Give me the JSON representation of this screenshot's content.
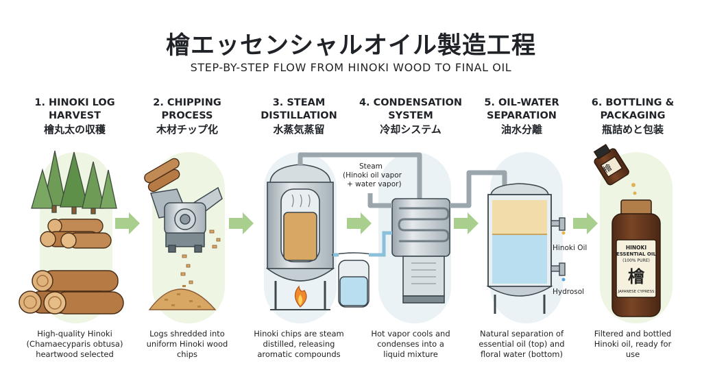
{
  "title": "檜エッセンシャルオイル製造工程",
  "subtitle": "STEP-BY-STEP FLOW FROM HINOKI WOOD TO FINAL OIL",
  "steps": [
    {
      "line1": "1. HINOKI LOG",
      "line2": "HARVEST",
      "jp": "檜丸太の収穫",
      "desc": [
        "High-quality Hinoki",
        "(Chamaecyparis obtusa)",
        "heartwood selected"
      ]
    },
    {
      "line1": "2. CHIPPING",
      "line2": "PROCESS",
      "jp": "木材チップ化",
      "desc": [
        "Logs shredded into",
        "uniform Hinoki wood",
        "chips"
      ]
    },
    {
      "line1": "3. STEAM",
      "line2": "DISTILLATION",
      "jp": "水蒸気蒸留",
      "desc": [
        "Hinoki chips are steam",
        "distilled, releasing",
        "aromatic compounds"
      ]
    },
    {
      "line1": "4. CONDENSATION",
      "line2": "SYSTEM",
      "jp": "冷却システム",
      "desc": [
        "Hot vapor cools and",
        "condenses into a",
        "liquid mixture"
      ]
    },
    {
      "line1": "5. OIL-WATER",
      "line2": "SEPARATION",
      "jp": "油水分離",
      "desc": [
        "Natural separation of",
        "essential oil (top) and",
        "floral water (bottom)"
      ]
    },
    {
      "line1": "6. BOTTLING &",
      "line2": "PACKAGING",
      "jp": "瓶詰めと包装",
      "desc": [
        "Filtered and bottled",
        "Hinoki oil, ready for",
        "use"
      ]
    }
  ],
  "annotations": {
    "steam_1": "Steam",
    "steam_2": "(Hinoki oil vapor",
    "steam_3": "+ water vapor)",
    "hinoki_oil": "Hinoki Oil",
    "hydrosol": "Hydrosol"
  },
  "bottle_label": {
    "line1": "HINOKI",
    "line2": "ESSENTIAL OIL",
    "line3": "(100% PURE)",
    "kanji": "檜",
    "line4": "JAPANESE CYPRESS",
    "small_kanji": "檜"
  },
  "colors": {
    "arrow": "#a9cf8f",
    "blob_green": "#eef5e3",
    "blob_blue": "#eaf2f5",
    "wood": "#b67a45",
    "steel": "#c9d1d6",
    "oil": "#f1dcaa",
    "water": "#b9def0",
    "bottle": "#6b3d22"
  }
}
